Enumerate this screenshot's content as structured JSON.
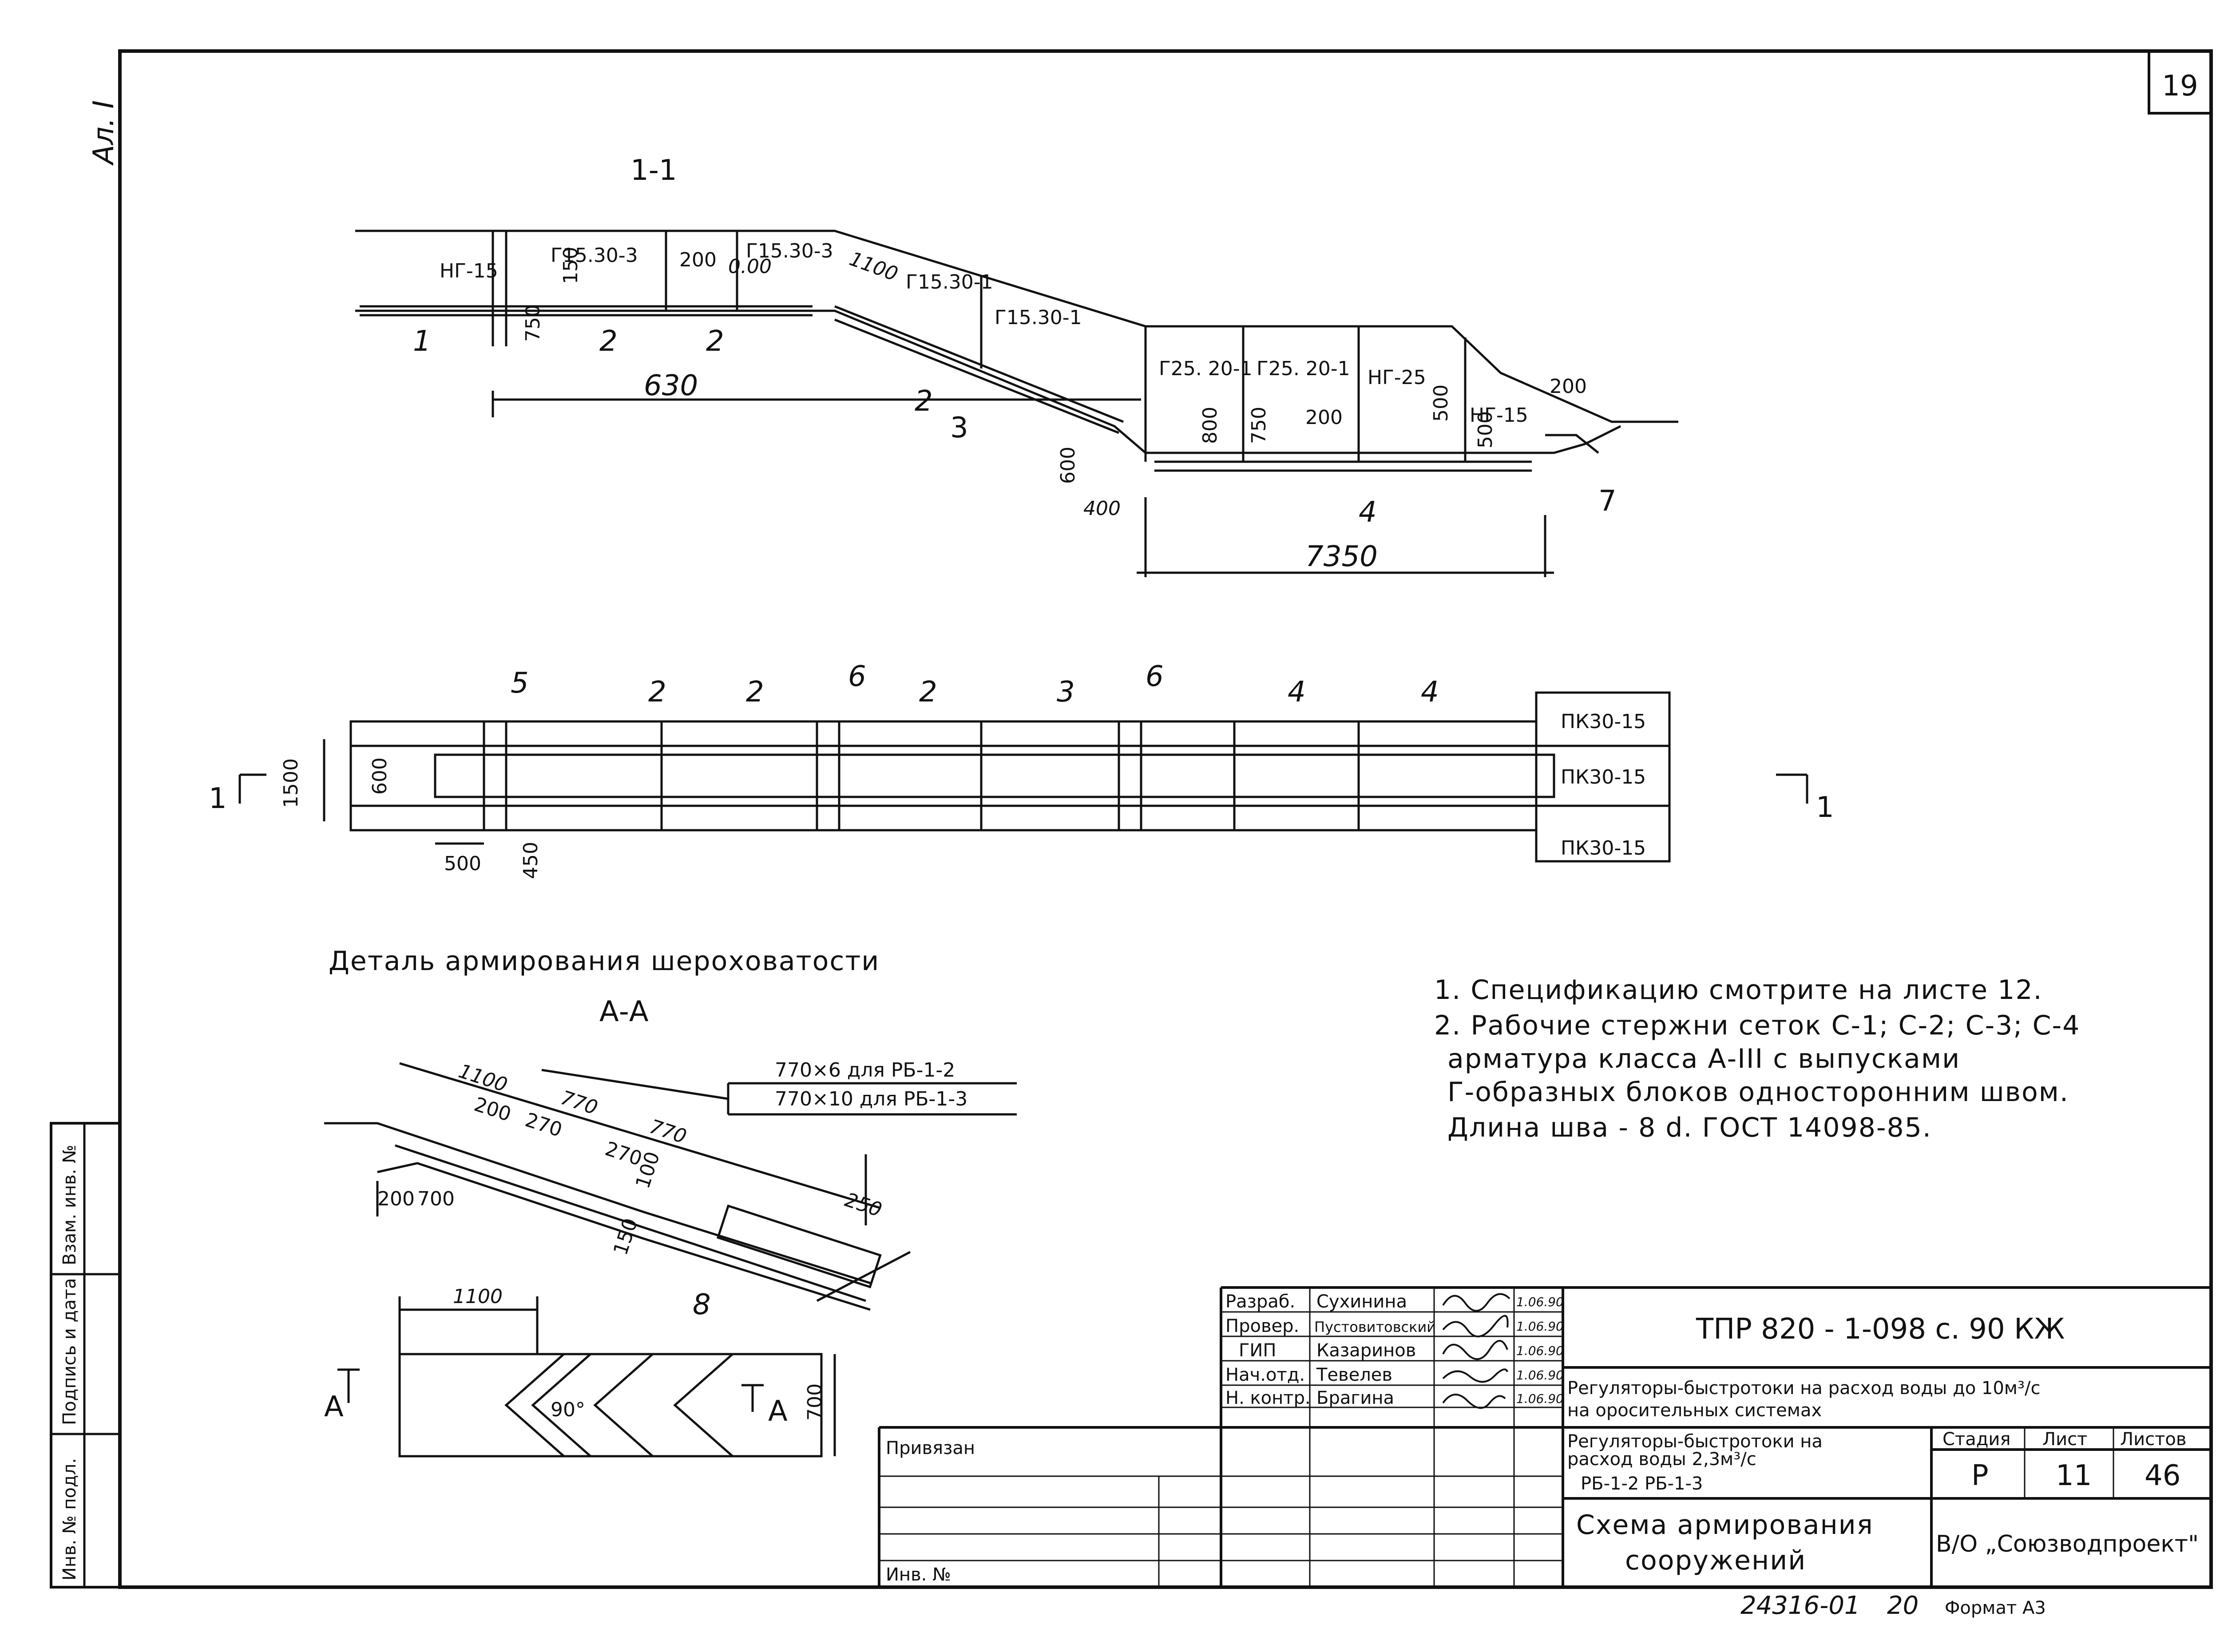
{
  "sheet": {
    "number": "19",
    "side_label": "Ал. I",
    "format_text": "Формат А3",
    "archive_number": "24316-01",
    "copy_number": "20"
  },
  "side_stamp": [
    "Взам. инв. №",
    "Подпись и дата",
    "Инв. № подл."
  ],
  "section_1": {
    "title": "1-1",
    "block_labels": [
      "НГ-15",
      "Г15.30-3",
      "Г15.30-3",
      "Г15.30-1",
      "Г15.30-1",
      "Г25. 20-1",
      "Г25. 20-1",
      "НГ-25",
      "НГ-15"
    ],
    "level_mark": "0.00",
    "dims": [
      "150",
      "200",
      "1100",
      "750",
      "630",
      "800",
      "750",
      "200",
      "500",
      "500",
      "200",
      "600",
      "400",
      "7350"
    ],
    "callouts": [
      "1",
      "2",
      "2",
      "2",
      "3",
      "4",
      "7"
    ]
  },
  "plan": {
    "callouts": [
      "5",
      "2",
      "2",
      "6",
      "2",
      "3",
      "6",
      "4",
      "4"
    ],
    "panel_labels": [
      "ПК30-15",
      "ПК30-15",
      "ПК30-15"
    ],
    "dims": [
      "1500",
      "600",
      "500",
      "450"
    ],
    "section_mark": "1"
  },
  "detail": {
    "title": "Деталь армирования шероховатости",
    "section_title": "А-А",
    "note_lines": [
      "770×6 для РБ-1-2",
      "770×10 для РБ-1-3"
    ],
    "dims": [
      "1100",
      "200",
      "270",
      "770",
      "770",
      "270",
      "100",
      "250",
      "150",
      "200",
      "700"
    ],
    "callout": "8",
    "plan_dims": [
      "1100",
      "700"
    ],
    "angle": "90°",
    "section_letter": "А"
  },
  "notes": [
    "1. Спецификацию  смотрите  на листе 12.",
    "2. Рабочие стержни сеток  С-1; С-2; С-3; С-4",
    "арматура  класса  А-III  с выпусками",
    "Г-образных  блоков  односторонним  швом.",
    "Длина  шва  - 8 d.  ГОСТ  14098-85."
  ],
  "title_block": {
    "code": "ТПР 820 - 1-098 с. 90   КЖ",
    "roles": [
      "Разраб.",
      "Провер.",
      "ГИП",
      "Нач.отд.",
      "Н. контр."
    ],
    "names": [
      "Сухинина",
      "Пустовитовский",
      "Казаринов",
      "Тевелев",
      "Брагина"
    ],
    "dates": [
      "1.06.90",
      "1.06.90",
      "1.06.90",
      "1.06.90",
      "1.06.90"
    ],
    "project_line1": "Регуляторы-быстротоки на расход  воды до 10м³/с",
    "project_line2": "на оросительных системах",
    "object_line1": "Регуляторы-быстротоки на",
    "object_line2": "расход воды 2,3м³/с",
    "object_line3": "РБ-1-2   РБ-1-3",
    "stage_header": "Стадия",
    "sheet_header": "Лист",
    "sheets_header": "Листов",
    "stage": "Р",
    "sheet": "11",
    "sheets": "46",
    "drawing_title_line1": "Схема  армирования",
    "drawing_title_line2": "сооружений",
    "organization": "В/О „Союзводпроект\"",
    "privyazan": "Привязан",
    "inv_no": "Инв. №"
  }
}
